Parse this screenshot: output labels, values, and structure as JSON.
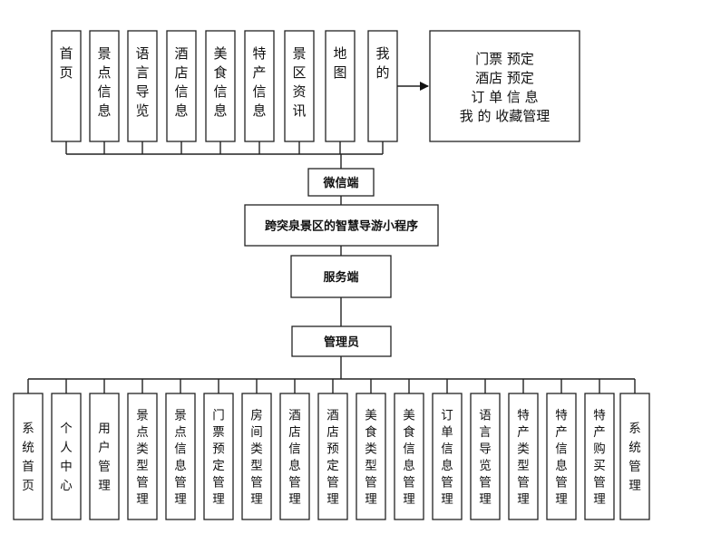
{
  "wechat_modules": [
    "首页",
    "景点信息",
    "语言导览",
    "酒店信息",
    "美食信息",
    "特产信息",
    "景区资讯",
    "地图",
    "我的"
  ],
  "my_submenu": [
    "门票 预定",
    "酒店 预定",
    "订 单 信 息",
    "我 的 收藏管理"
  ],
  "center_nodes": {
    "wechat": "微信端",
    "system": "跨突泉景区的智慧导游小程序",
    "server": "服务端",
    "admin": "管理员"
  },
  "admin_modules": [
    "系统首页",
    "个人中心",
    "用户管理",
    "景点类型管理",
    "景点信息管理",
    "门票预定管理",
    "房间类型管理",
    "酒店信息管理",
    "酒店预定管理",
    "美食类型管理",
    "美食信息管理",
    "订单信息管理",
    "语言导览管理",
    "特产类型管理",
    "特产信息管理",
    "特产购买管理",
    "系统管理"
  ]
}
